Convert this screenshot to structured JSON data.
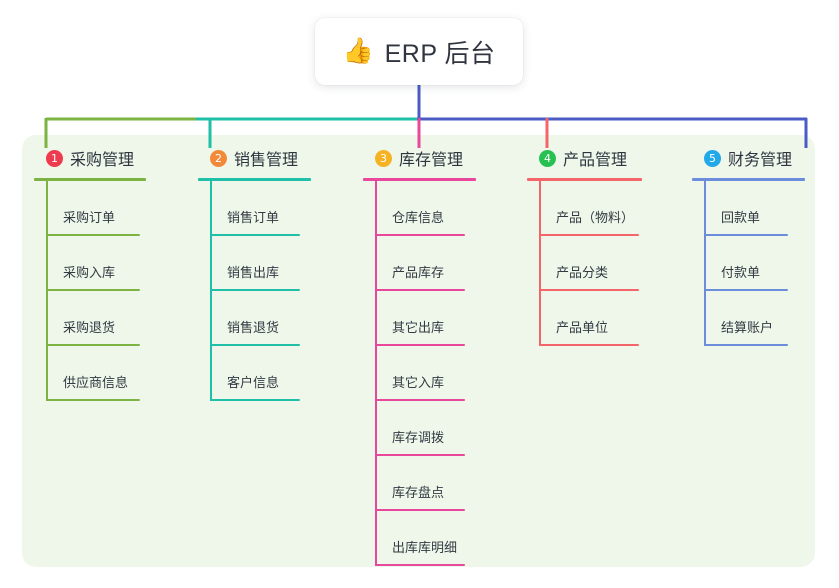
{
  "diagram": {
    "type": "mindmap",
    "title": "ERP 后台",
    "root": {
      "icon": "thumbs-up-icon",
      "emoji": "👍",
      "label": "ERP 后台"
    },
    "panel_color": "#eef7e9",
    "root_link_color": "#4a5bc4",
    "columns": [
      {
        "number": "1",
        "label": "采购管理",
        "badge_color": "#ef3b4f",
        "line_color": "#7cb342",
        "items": [
          "采购订单",
          "采购入库",
          "采购退货",
          "供应商信息"
        ]
      },
      {
        "number": "2",
        "label": "销售管理",
        "badge_color": "#f38a39",
        "line_color": "#1fbfa8",
        "items": [
          "销售订单",
          "销售出库",
          "销售退货",
          "客户信息"
        ]
      },
      {
        "number": "3",
        "label": "库存管理",
        "badge_color": "#f5b223",
        "line_color": "#e8479b",
        "items": [
          "仓库信息",
          "产品库存",
          "其它出库",
          "其它入库",
          "库存调拨",
          "库存盘点",
          "出库库明细"
        ]
      },
      {
        "number": "4",
        "label": "产品管理",
        "badge_color": "#27c152",
        "line_color": "#f4656a",
        "items": [
          "产品（物料）",
          "产品分类",
          "产品单位"
        ]
      },
      {
        "number": "5",
        "label": "财务管理",
        "badge_color": "#20a8e8",
        "line_color": "#6b8ddb",
        "items": [
          "回款单",
          "付款单",
          "结算账户"
        ]
      }
    ]
  }
}
